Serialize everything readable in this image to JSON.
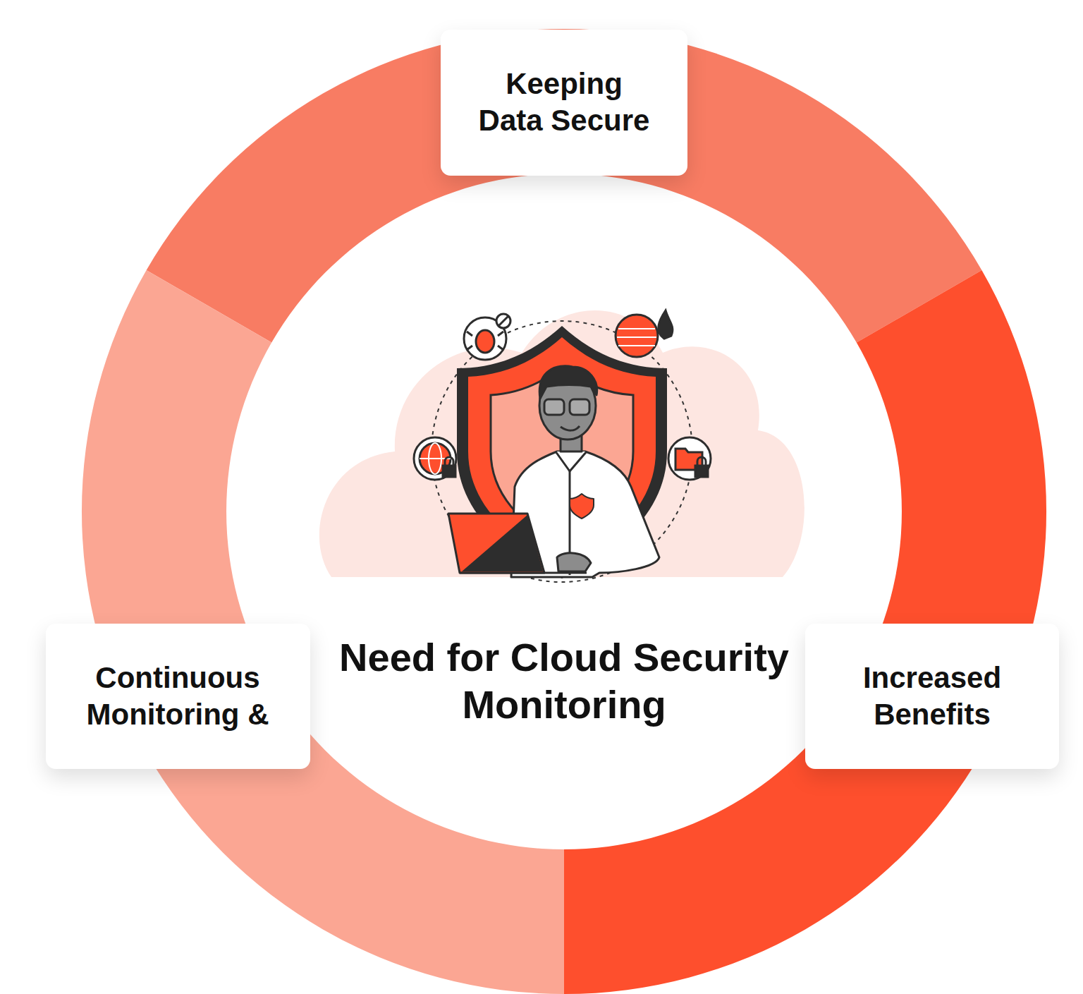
{
  "diagram": {
    "title": "Need for Cloud Security Monitoring",
    "nodes": [
      {
        "text": [
          "Keeping Data Secure"
        ]
      },
      {
        "text": [
          "Continuous Monitoring &"
        ]
      },
      {
        "text": [
          "Increased Benefits"
        ]
      }
    ]
  }
}
